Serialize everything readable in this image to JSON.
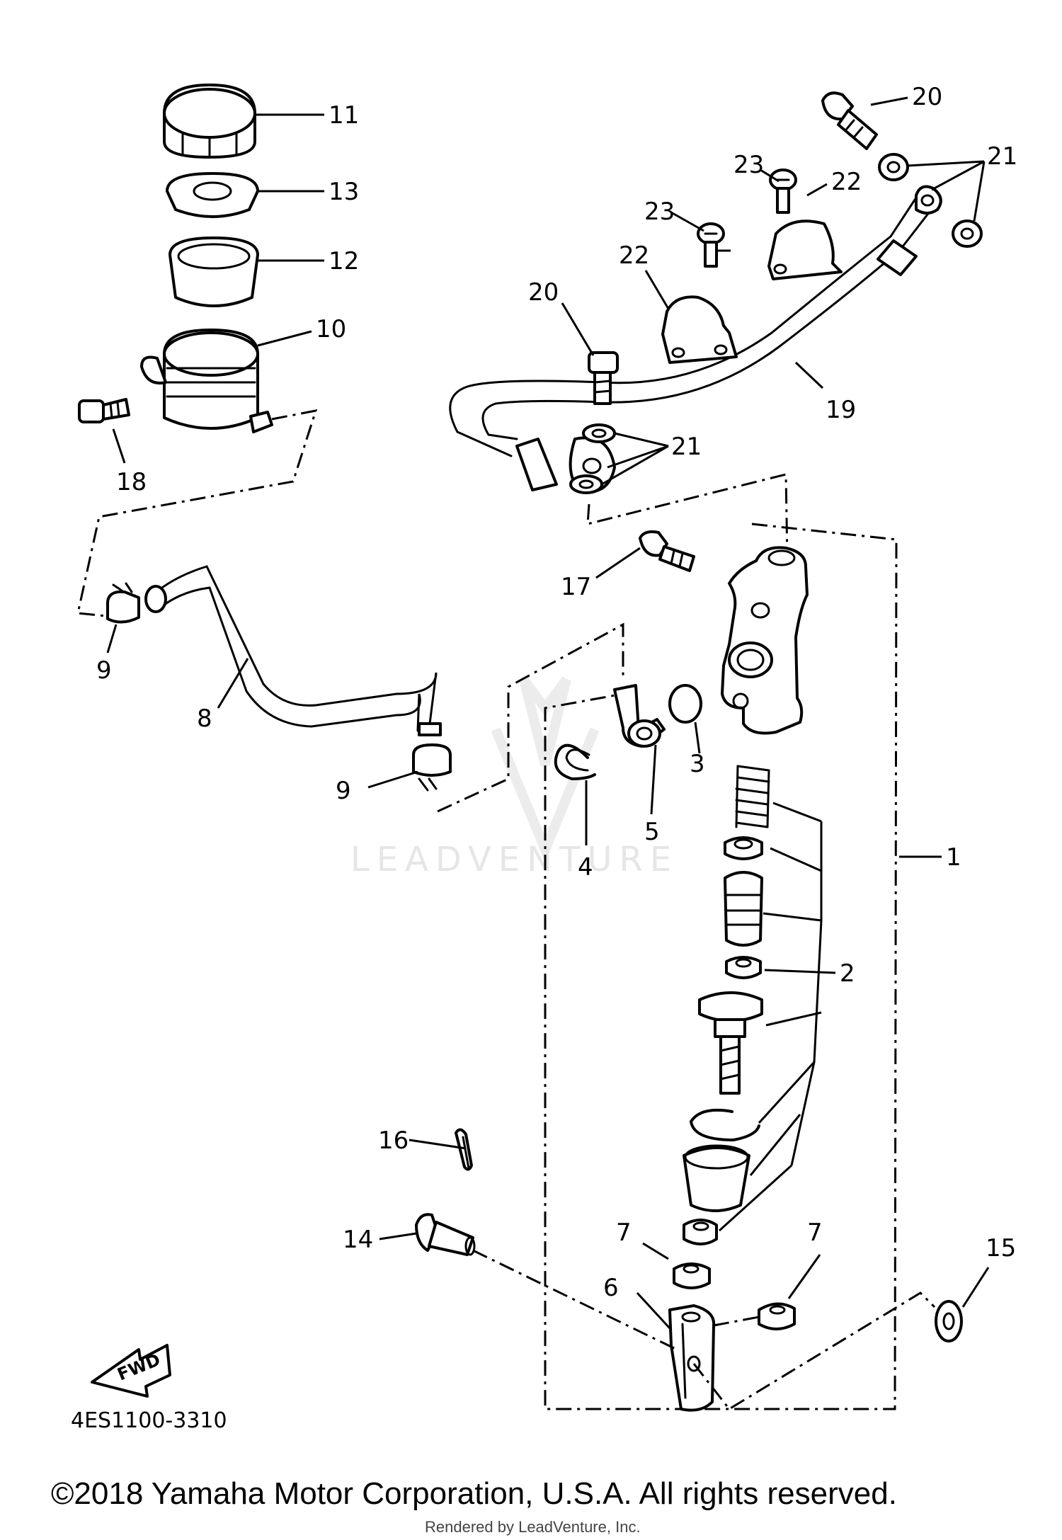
{
  "diagram": {
    "code": "4ES1100-3310",
    "fwd_label": "FWD",
    "watermark": "LEADVENTURE",
    "copyright": "©2018 Yamaha Motor Corporation, U.S.A. All rights reserved.",
    "rendered_by": "Rendered by LeadVenture, Inc.",
    "callouts": {
      "c11": "11",
      "c13": "13",
      "c12": "12",
      "c10": "10",
      "c18": "18",
      "c9a": "9",
      "c9b": "9",
      "c8": "8",
      "c20a": "20",
      "c20b": "20",
      "c21a": "21",
      "c21b": "21",
      "c23a": "23",
      "c23b": "23",
      "c22a": "22",
      "c22b": "22",
      "c19": "19",
      "c17": "17",
      "c3": "3",
      "c4": "4",
      "c5": "5",
      "c1": "1",
      "c2": "2",
      "c16": "16",
      "c14": "14",
      "c7a": "7",
      "c7b": "7",
      "c6": "6",
      "c15": "15"
    }
  }
}
